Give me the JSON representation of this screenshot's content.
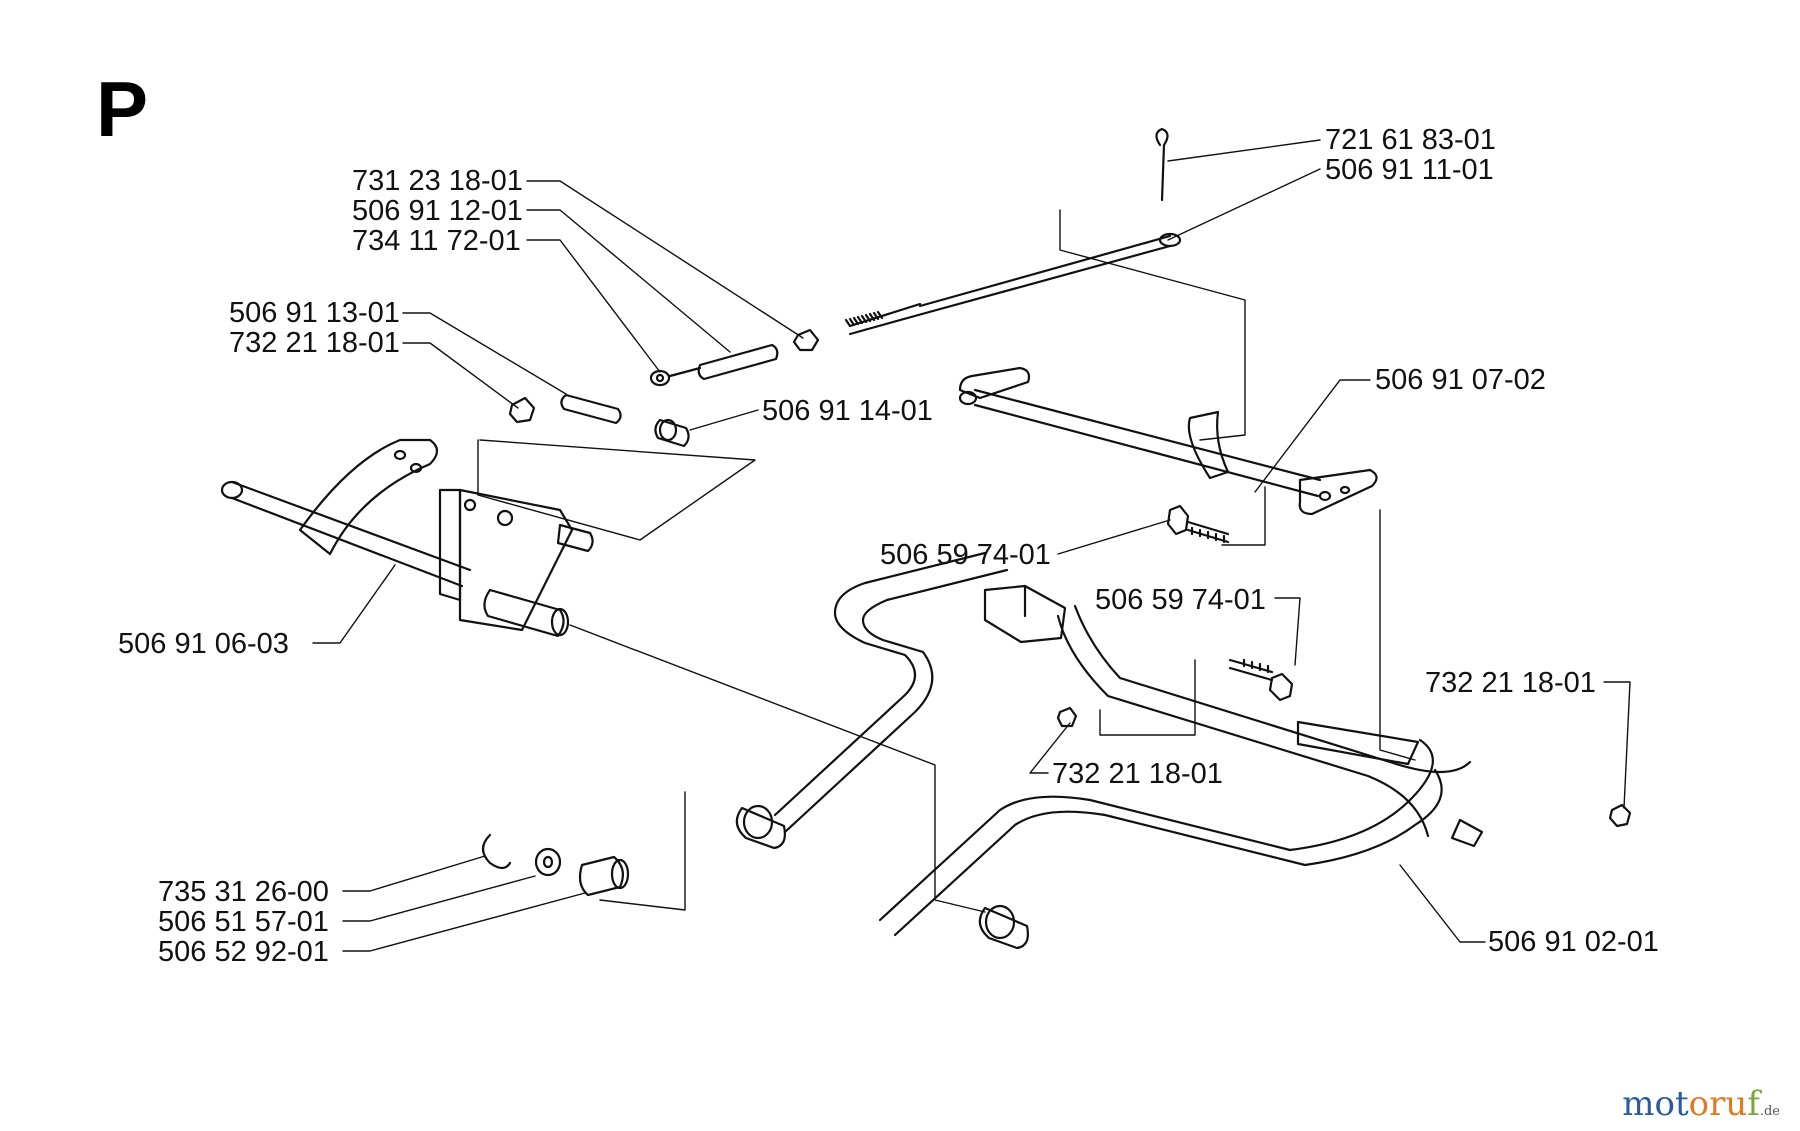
{
  "section": "P",
  "watermark": {
    "part1": "mot",
    "part2": "oru",
    "part3": "f",
    "tld": ".de"
  },
  "colors": {
    "ink": "#111111",
    "background": "#ffffff"
  },
  "labels": [
    {
      "id": "lbl-721-61-83-01",
      "text": "721 61 83-01"
    },
    {
      "id": "lbl-506-91-11-01",
      "text": "506 91 11-01"
    },
    {
      "id": "lbl-731-23-18-01",
      "text": "731 23 18-01"
    },
    {
      "id": "lbl-506-91-12-01",
      "text": "506 91 12-01"
    },
    {
      "id": "lbl-734-11-72-01",
      "text": "734 11 72-01"
    },
    {
      "id": "lbl-506-91-13-01",
      "text": "506 91 13-01"
    },
    {
      "id": "lbl-732-21-18-01-a",
      "text": "732 21 18-01"
    },
    {
      "id": "lbl-506-91-14-01",
      "text": "506 91 14-01"
    },
    {
      "id": "lbl-506-91-07-02",
      "text": "506 91 07-02"
    },
    {
      "id": "lbl-506-59-74-01-a",
      "text": "506 59 74-01"
    },
    {
      "id": "lbl-506-59-74-01-b",
      "text": "506 59 74-01"
    },
    {
      "id": "lbl-506-91-06-03",
      "text": "506 91 06-03"
    },
    {
      "id": "lbl-732-21-18-01-b",
      "text": "732 21 18-01"
    },
    {
      "id": "lbl-732-21-18-01-c",
      "text": "732 21 18-01"
    },
    {
      "id": "lbl-735-31-26-00",
      "text": "735 31 26-00"
    },
    {
      "id": "lbl-506-51-57-01",
      "text": "506 51 57-01"
    },
    {
      "id": "lbl-506-52-92-01",
      "text": "506 52 92-01"
    },
    {
      "id": "lbl-506-91-02-01",
      "text": "506 91 02-01"
    }
  ]
}
